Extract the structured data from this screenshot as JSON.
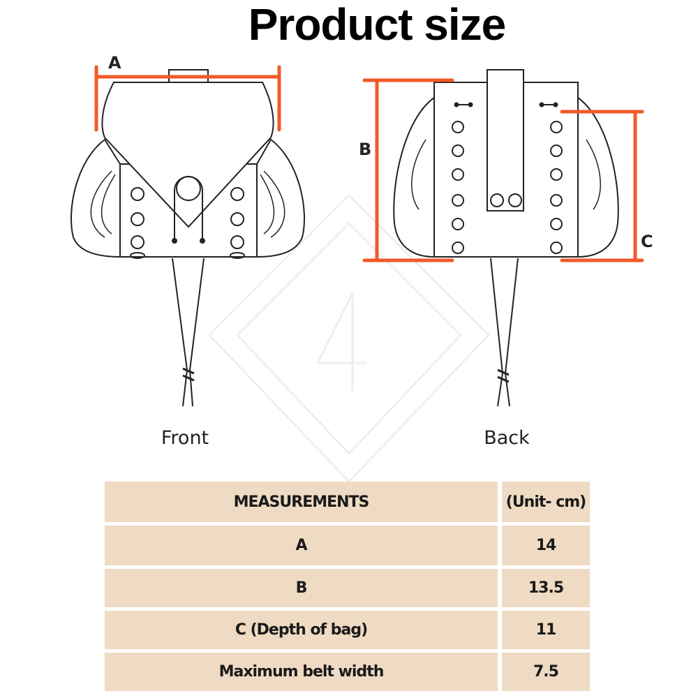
{
  "title": "Product size",
  "views": {
    "front": "Front",
    "back": "Back"
  },
  "dimension_labels": {
    "a": "A",
    "b": "B",
    "c": "C"
  },
  "colors": {
    "dimension_line": "#f05a28",
    "table_cell": "#efdbc3"
  },
  "table": {
    "headers": [
      "MEASUREMENTS",
      "(Unit- cm)"
    ],
    "rows": [
      [
        "A",
        "14"
      ],
      [
        "B",
        "13.5"
      ],
      [
        "C (Depth of bag)",
        "11"
      ],
      [
        "Maximum belt width",
        "7.5"
      ]
    ]
  }
}
